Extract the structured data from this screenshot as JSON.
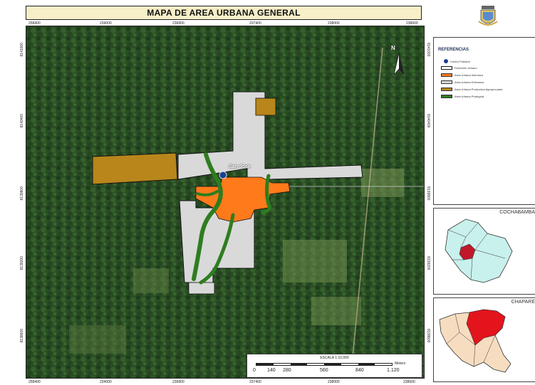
{
  "map": {
    "title": "MAPA DE AREA URBANA GENERAL",
    "place_label": "San Jose",
    "north_label": "N",
    "coords_top": [
      "258400",
      "234000",
      "236800",
      "237400",
      "238000",
      "238600"
    ],
    "coords_bottom": [
      "258400",
      "234000",
      "236800",
      "237400",
      "238000",
      "238600"
    ],
    "coords_left": [
      "8141000",
      "8140400",
      "8139800",
      "8139200",
      "8138600"
    ],
    "coords_right": [
      "8141000",
      "8140400",
      "8139800",
      "8139200",
      "8138600"
    ]
  },
  "legend": {
    "title": "REFERENCIAS",
    "items": [
      {
        "label": "Centro Poblado",
        "symbol": "dot",
        "color": "#1c3f8f"
      },
      {
        "label": "Perimetro Urbano",
        "symbol": "swatch",
        "color": "#ffffff"
      },
      {
        "label": "Area Urbana Intensiva",
        "symbol": "swatch",
        "color": "#ff7a1a"
      },
      {
        "label": "Area Urbana Extensiva",
        "symbol": "swatch",
        "color": "#d9d9d9"
      },
      {
        "label": "Area Urbana Productiva Agropecuaria",
        "symbol": "swatch",
        "color": "#b8861b"
      },
      {
        "label": "Area Urbana Protegida",
        "symbol": "swatch",
        "color": "#2e7d1f"
      }
    ]
  },
  "insets": {
    "inset1_label": "COCHABAMBA",
    "inset2_label": "CHAPARE"
  },
  "scale": {
    "title": "ESCALA 1:10.000",
    "units": "Meters",
    "labels": [
      "0",
      "140",
      "280",
      "560",
      "840",
      "1.120"
    ]
  },
  "colors": {
    "intensiva": "#ff7a1a",
    "extensiva": "#d9d9d9",
    "productiva": "#b8861b",
    "protegida": "#2e7d1f",
    "forest": "#274a22"
  }
}
